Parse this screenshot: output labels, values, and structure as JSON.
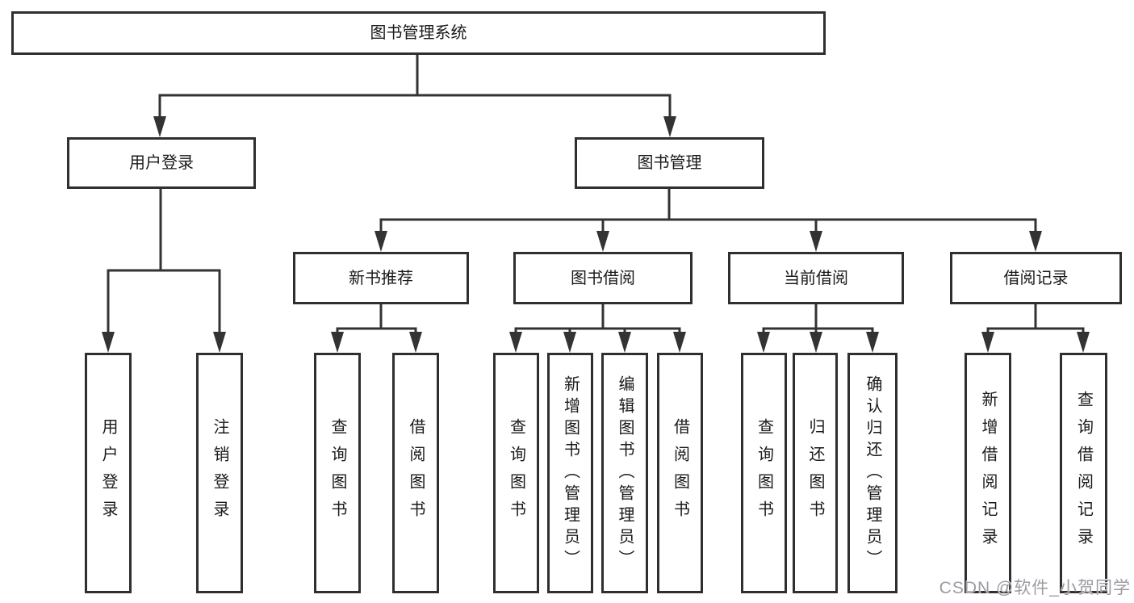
{
  "diagram": {
    "colors": {
      "background": "#ffffff",
      "box_border": "#2f2f2f",
      "line": "#333333",
      "text": "#1a1a1a",
      "watermark": "#9b9ba3"
    },
    "nodes": {
      "root": {
        "label": "图书管理系统"
      },
      "user_login": {
        "label": "用户登录"
      },
      "book_mgmt": {
        "label": "图书管理"
      },
      "new_book_recommend": {
        "label": "新书推荐"
      },
      "book_borrow": {
        "label": "图书借阅"
      },
      "current_borrow": {
        "label": "当前借阅"
      },
      "borrow_records": {
        "label": "借阅记录"
      }
    },
    "leaves": [
      {
        "label": "用户登录"
      },
      {
        "label": "注销登录"
      },
      {
        "label": "查询图书"
      },
      {
        "label": "借阅图书"
      },
      {
        "label": "查询图书"
      },
      {
        "label": "新增图书（管理员）"
      },
      {
        "label": "编辑图书（管理员）"
      },
      {
        "label": "借阅图书"
      },
      {
        "label": "查询图书"
      },
      {
        "label": "归还图书"
      },
      {
        "label": "确认归还（管理员）"
      },
      {
        "label": "新增借阅记录"
      },
      {
        "label": "查询借阅记录"
      }
    ],
    "watermark": "CSDN @软件_小贺同学"
  }
}
